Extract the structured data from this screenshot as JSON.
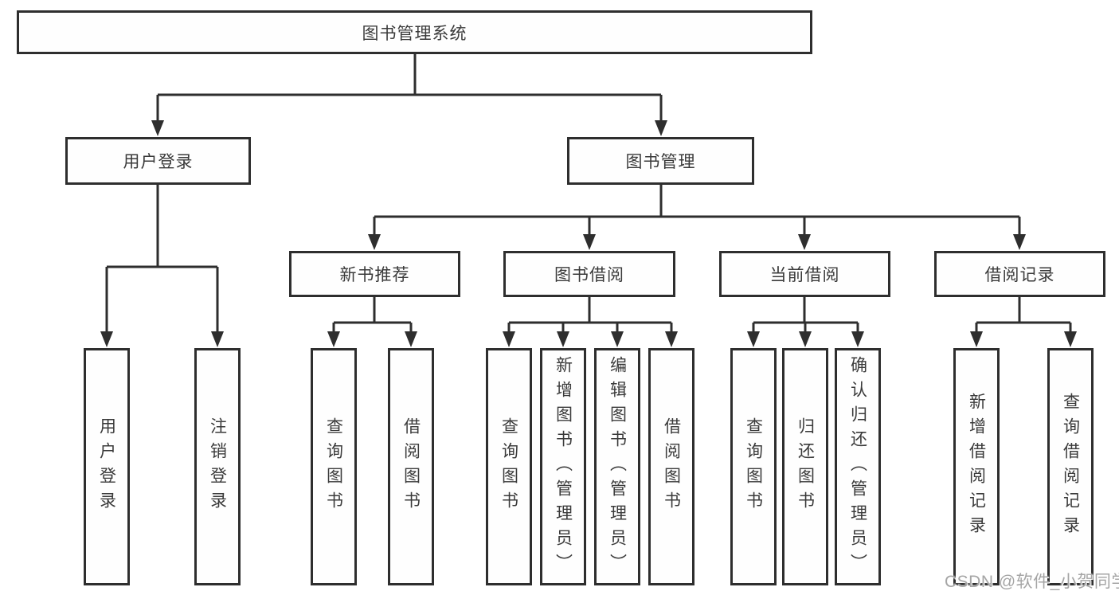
{
  "tree": {
    "label": "图书管理系统",
    "children": [
      {
        "label": "用户登录",
        "children": [
          {
            "label": "用户登录"
          },
          {
            "label": "注销登录"
          }
        ]
      },
      {
        "label": "图书管理",
        "children": [
          {
            "label": "新书推荐",
            "children": [
              {
                "label": "查询图书"
              },
              {
                "label": "借阅图书"
              }
            ]
          },
          {
            "label": "图书借阅",
            "children": [
              {
                "label": "查询图书"
              },
              {
                "label": "新增图书（管理员）"
              },
              {
                "label": "编辑图书（管理员）"
              },
              {
                "label": "借阅图书"
              }
            ]
          },
          {
            "label": "当前借阅",
            "children": [
              {
                "label": "查询图书"
              },
              {
                "label": "归还图书"
              },
              {
                "label": "确认归还（管理员）"
              }
            ]
          },
          {
            "label": "借阅记录",
            "children": [
              {
                "label": "新增借阅记录"
              },
              {
                "label": "查询借阅记录"
              }
            ]
          }
        ]
      }
    ]
  },
  "watermark": {
    "text": "CSDN @软件_小贺同学"
  },
  "colors": {
    "line": "#2e2e2e",
    "text": "#3a3a3a",
    "watermark": "#a5a5a5"
  }
}
